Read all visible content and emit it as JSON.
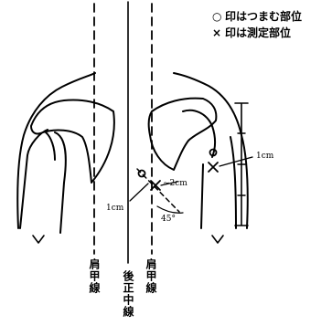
{
  "legend": {
    "pinch": {
      "symbol": "○",
      "text": "印はつまむ部位"
    },
    "measure": {
      "symbol": "×",
      "text": "印は測定部位"
    }
  },
  "labels": {
    "scapular_line_left": "肩甲線",
    "posterior_median_line": "後正中線",
    "scapular_line_right": "肩甲線",
    "upper_arm_offset": "1cm",
    "back_offset": "1cm",
    "back_distance": "~2cm",
    "angle": "45°"
  }
}
